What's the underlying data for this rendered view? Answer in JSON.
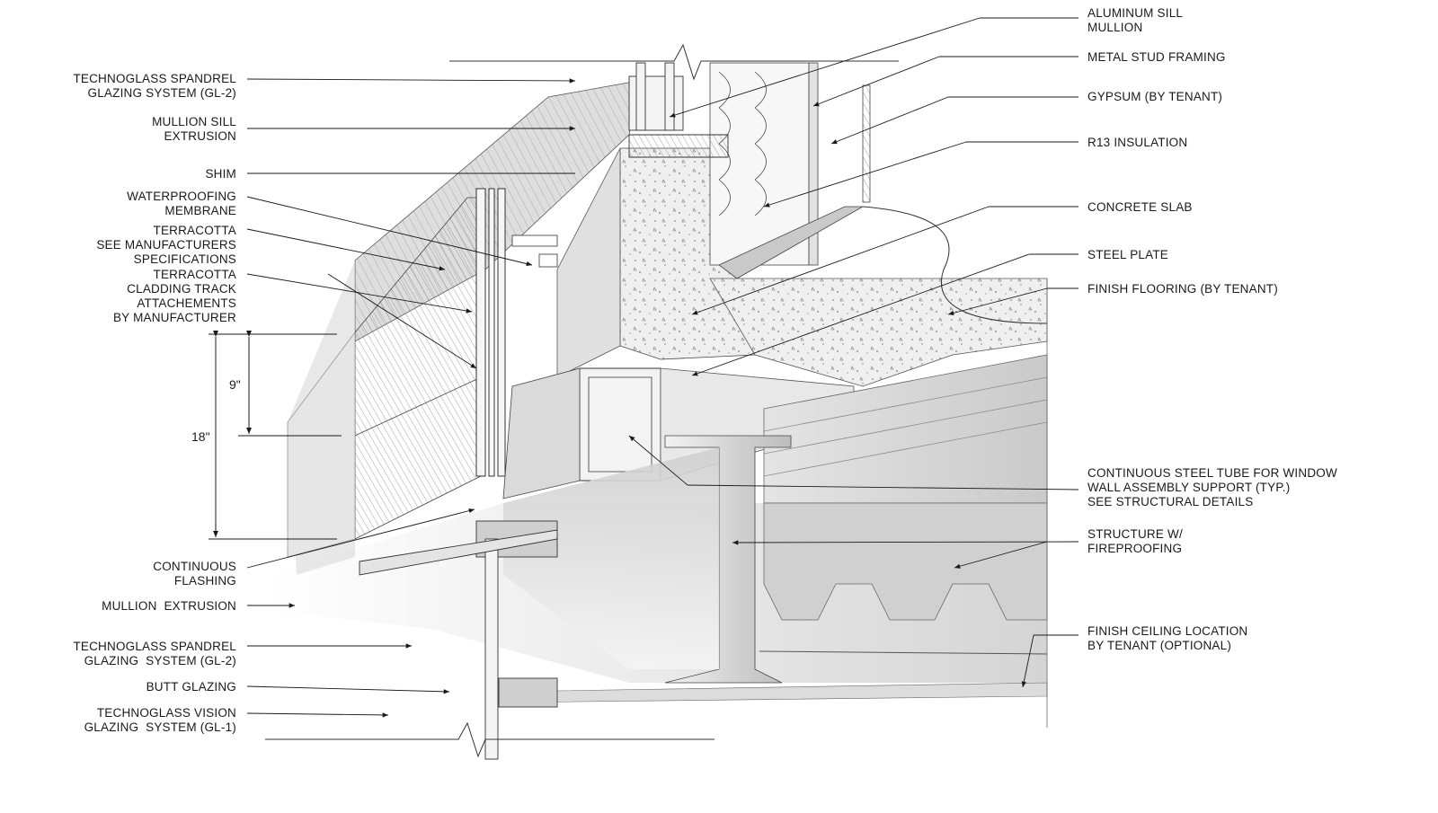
{
  "labels_left": [
    {
      "id": "spandrel-gl2-top",
      "lines": [
        "TECHNOGLASS SPANDREL",
        "GLAZING SYSTEM (GL-2)"
      ]
    },
    {
      "id": "mullion-sill-extrusion",
      "lines": [
        "MULLION SILL",
        "EXTRUSION"
      ]
    },
    {
      "id": "shim",
      "lines": [
        "SHIM"
      ]
    },
    {
      "id": "waterproofing-membrane",
      "lines": [
        "WATERPROOFING",
        "MEMBRANE"
      ]
    },
    {
      "id": "terracotta",
      "lines": [
        "TERRACOTTA",
        "SEE MANUFACTURERS",
        "SPECIFICATIONS"
      ]
    },
    {
      "id": "terracotta-cladding-track",
      "lines": [
        "TERRACOTTA",
        "CLADDING TRACK",
        "ATTACHEMENTS",
        "BY MANUFACTURER"
      ]
    },
    {
      "id": "continuous-flashing",
      "lines": [
        "CONTINUOUS",
        "FLASHING"
      ]
    },
    {
      "id": "mullion-extrusion",
      "lines": [
        "MULLION  EXTRUSION"
      ]
    },
    {
      "id": "spandrel-gl2-bottom",
      "lines": [
        "TECHNOGLASS SPANDREL",
        "GLAZING  SYSTEM (GL-2)"
      ]
    },
    {
      "id": "butt-glazing",
      "lines": [
        "BUTT GLAZING"
      ]
    },
    {
      "id": "vision-gl1",
      "lines": [
        "TECHNOGLASS VISION",
        "GLAZING  SYSTEM (GL-1)"
      ]
    }
  ],
  "labels_right": [
    {
      "id": "aluminum-sill-mullion",
      "lines": [
        "ALUMINUM SILL",
        "MULLION"
      ]
    },
    {
      "id": "metal-stud-framing",
      "lines": [
        "METAL STUD FRAMING"
      ]
    },
    {
      "id": "gypsum",
      "lines": [
        "GYPSUM (BY TENANT)"
      ]
    },
    {
      "id": "r13-insulation",
      "lines": [
        "R13 INSULATION"
      ]
    },
    {
      "id": "concrete-slab",
      "lines": [
        "CONCRETE SLAB"
      ]
    },
    {
      "id": "steel-plate",
      "lines": [
        "STEEL PLATE"
      ]
    },
    {
      "id": "finish-flooring",
      "lines": [
        "FINISH FLOORING (BY TENANT)"
      ]
    },
    {
      "id": "continuous-steel-tube",
      "lines": [
        "CONTINUOUS STEEL TUBE FOR WINDOW",
        "WALL ASSEMBLY SUPPORT (TYP.)",
        "SEE STRUCTURAL DETAILS"
      ]
    },
    {
      "id": "structure-fireproofing",
      "lines": [
        "STRUCTURE W/",
        "FIREPROOFING"
      ]
    },
    {
      "id": "finish-ceiling",
      "lines": [
        "FINISH CEILING LOCATION",
        "BY TENANT (OPTIONAL)"
      ]
    }
  ],
  "dimensions": {
    "small": "9\"",
    "large": "18\""
  }
}
